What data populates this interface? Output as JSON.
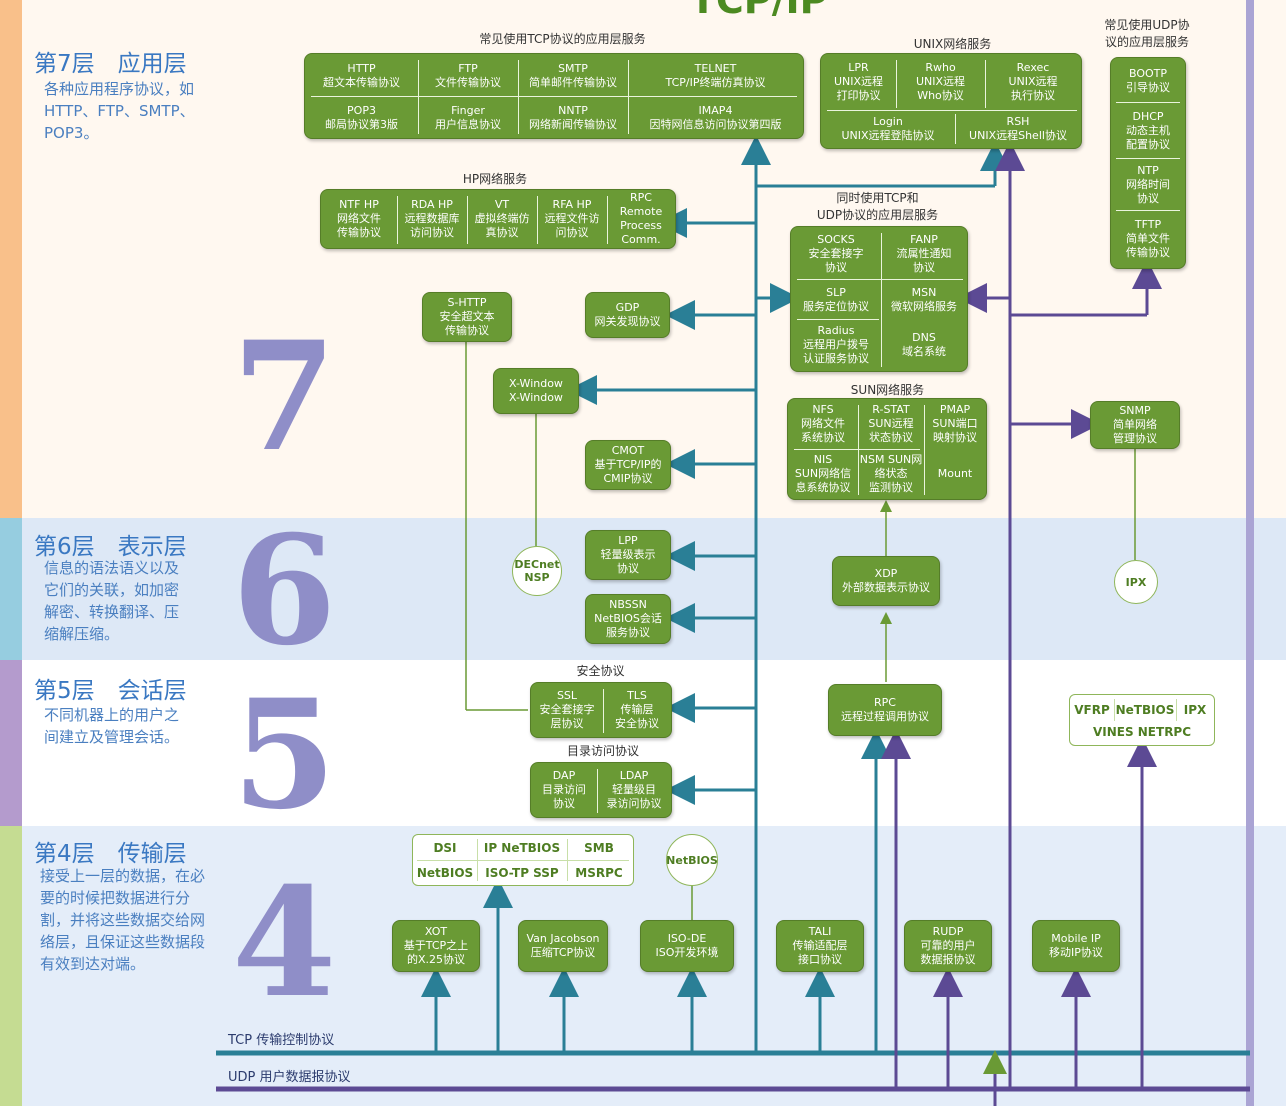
{
  "title_fragment": "TCP/IP",
  "layers": [
    {
      "num": "7",
      "title": "第7层　应用层",
      "desc": "各种应用程序协议，如\nHTTP、FTP、SMTP、\nPOP3。"
    },
    {
      "num": "6",
      "title": "第6层　表示层",
      "desc": "信息的语法语义以及\n它们的关联，如加密\n解密、转换翻译、压\n缩解压缩。"
    },
    {
      "num": "5",
      "title": "第5层　会话层",
      "desc": "不同机器上的用户之\n间建立及管理会话。"
    },
    {
      "num": "4",
      "title": "第4层　传输层",
      "desc": "接受上一层的数据，在必\n要的时候把数据进行分\n割，并将这些数据交给网\n络层，且保证这些数据段\n有效到达对端。"
    }
  ],
  "group_labels": {
    "tcp_app": "常见使用TCP协议的应用层服务",
    "unix": "UNIX网络服务",
    "udp_app": "常见使用UDP协\n议的应用层服务",
    "hp": "HP网络服务",
    "both": "同时使用TCP和\nUDP协议的应用层服务",
    "sun": "SUN网络服务",
    "security": "安全协议",
    "directory": "目录访问协议"
  },
  "tcp_app_cells": [
    "HTTP\n超文本传输协议",
    "FTP\n文件传输协议",
    "SMTP\n简单邮件传输协议",
    "TELNET\nTCP/IP终端仿真协议",
    "POP3\n邮局协议第3版",
    "Finger\n用户信息协议",
    "NNTP\n网络新闻传输协议",
    "IMAP4\n因特网信息访问协议第四版"
  ],
  "unix_cells": [
    "LPR\nUNIX远程\n打印协议",
    "Rwho\nUNIX远程\nWho协议",
    "Rexec\nUNIX远程\n执行协议",
    "Login\nUNIX远程登陆协议",
    "RSH\nUNIX远程Shell协议"
  ],
  "udp_app_cells": [
    "BOOTP\n引导协议",
    "DHCP\n动态主机\n配置协议",
    "NTP\n网络时间\n协议",
    "TFTP\n简单文件\n传输协议"
  ],
  "hp_cells": [
    "NTF HP\n网络文件\n传输协议",
    "RDA HP\n远程数据库\n访问协议",
    "VT\n虚拟终端仿\n真协议",
    "RFA HP\n远程文件访\n问协议",
    "RPC\nRemote\nProcess\nComm."
  ],
  "both_cells": [
    "SOCKS\n安全套接字\n协议",
    "FANP\n流属性通知\n协议",
    "SLP\n服务定位协议",
    "MSN\n微软网络服务",
    "Radius\n远程用户拨号\n认证服务协议",
    "DNS\n域名系统"
  ],
  "sun_cells": [
    "NFS\n网络文件\n系统协议",
    "R-STAT\nSUN远程\n状态协议",
    "PMAP\nSUN端口\n映射协议",
    "NIS\nSUN网络信\n息系统协议",
    "NSM SUN网\n络状态\n监测协议",
    "Mount"
  ],
  "singles": {
    "shttp": "S-HTTP\n安全超文本\n传输协议",
    "gdp": "GDP\n网关发现协议",
    "xwindow": "X-Window\nX-Window",
    "cmot": "CMOT\n基于TCP/IP的\nCMIP协议",
    "snmp": "SNMP\n简单网络\n管理协议",
    "lpp": "LPP\n轻量级表示\n协议",
    "nbssn": "NBSSN\nNetBIOS会话\n服务协议",
    "xdp": "XDP\n外部数据表示协议",
    "rpc": "RPC\n远程过程调用协议",
    "xot": "XOT\n基于TCP之上\n的X.25协议",
    "vanj": "Van Jacobson\n压缩TCP协议",
    "isode": "ISO-DE\nISO开发环境",
    "tali": "TALI\n传输适配层\n接口协议",
    "rudp": "RUDP\n可靠的用户\n数据报协议",
    "mobileip": "Mobile IP\n移动IP协议"
  },
  "security_cells": [
    "SSL\n安全套接字\n层协议",
    "TLS\n传输层\n安全协议"
  ],
  "directory_cells": [
    "DAP\n目录访问\n协议",
    "LDAP\n轻量级目\n录访问协议"
  ],
  "circles": {
    "decnet": "DECnet\nNSP",
    "ipx": "IPX",
    "netbios": "NetBIOS"
  },
  "outline_boxes": {
    "session_misc": [
      "DSI",
      "IP NeTBIOS",
      "SMB",
      "NetBIOS",
      "ISO-TP SSP",
      "MSRPC"
    ],
    "vfrp": [
      "VFRP",
      "NeTBIOS",
      "IPX",
      "VINES NETRPC"
    ]
  },
  "buses": {
    "tcp": "TCP 传输控制协议",
    "udp": "UDP 用户数据报协议"
  },
  "colors": {
    "box_green": "#6a9a35",
    "tcp_bus": "#2a7f96",
    "udp_bus": "#5c4a94",
    "layer7_bg": "#fff7ee",
    "layer6_bg": "#dfe9f7",
    "layer5_bg": "#ffffff",
    "layer4_bg": "#e6eef9"
  }
}
